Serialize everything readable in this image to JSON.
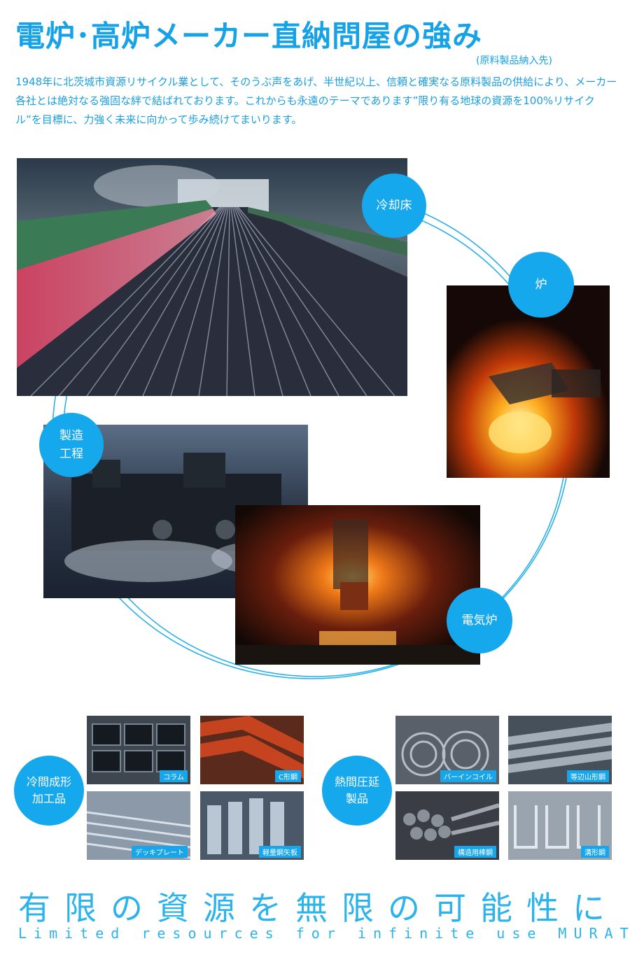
{
  "header": {
    "title": "電炉･高炉メーカー直納問屋の強み",
    "subtitle": "(原料製品納入先)",
    "intro": "1948年に北茨城市資源リサイクル業として、そのうぶ声をあげ、半世紀以上、信頼と確実なる原料製品の供給により、メーカー各社とは絶対なる強固な絆で結ばれております。これからも永遠のテーマであります”限り有る地球の資源を100%リサイクル”を目標に、力強く未来に向かって歩み続けてまいります。"
  },
  "cycle": {
    "cooling_bed": "冷却床",
    "furnace": "炉",
    "process_line1": "製造",
    "process_line2": "工程",
    "electric_furnace": "電気炉"
  },
  "products": {
    "cold": {
      "label_line1": "冷間成形",
      "label_line2": "加工品",
      "items": [
        "コラム",
        "C形鋼",
        "デッキプレート",
        "軽量鋼矢板"
      ]
    },
    "hot": {
      "label_line1": "熱間圧延",
      "label_line2": "製品",
      "items": [
        "バーインコイル",
        "等辺山形鋼",
        "構造用棒鋼",
        "溝形鋼"
      ]
    }
  },
  "footer": {
    "slogan": "有限の資源を無限の可能性に",
    "tagline": "Limited resources for infinite use MURATA"
  },
  "colors": {
    "accent": "#16a8ec"
  }
}
